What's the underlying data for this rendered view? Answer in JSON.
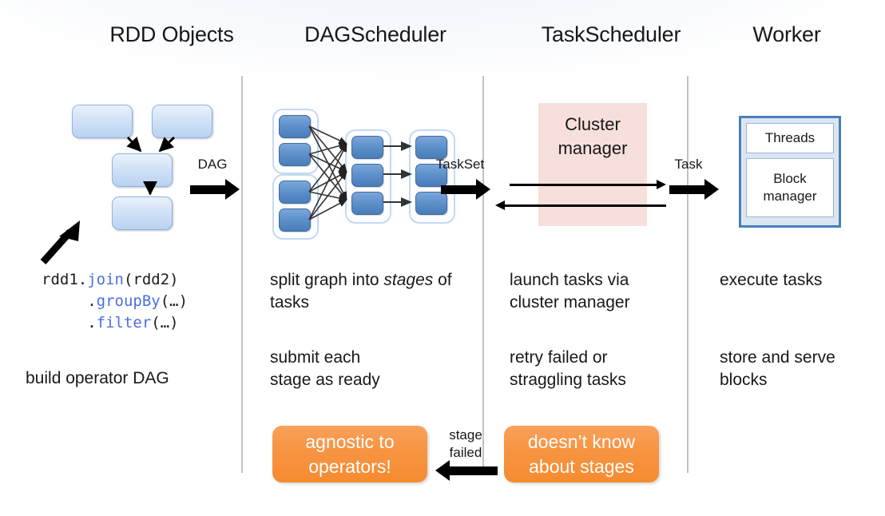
{
  "columns": [
    {
      "title": "RDD Objects"
    },
    {
      "title": "DAGScheduler"
    },
    {
      "title": "TaskScheduler"
    },
    {
      "title": "Worker"
    }
  ],
  "flow_labels": {
    "dag": "DAG",
    "taskset": "TaskSet",
    "task": "Task"
  },
  "rdd": {
    "code_line1_pre": "rdd1.",
    "code_line1_method": "join",
    "code_line1_post": "(rdd2)",
    "code_line2_method": "groupBy",
    "code_line2_post": "(…)",
    "code_line3_method": "filter",
    "code_line3_post": "(…)",
    "caption": "build operator DAG"
  },
  "dagscheduler": {
    "text1_part1": "split graph into ",
    "text1_italic": "stages",
    "text1_part2": " of tasks",
    "text2": "submit each\nstage as ready",
    "callout": "agnostic to\noperators!"
  },
  "taskscheduler": {
    "cluster_manager": "Cluster\nmanager",
    "text1": "launch tasks via\ncluster manager",
    "text2": "retry failed or\nstraggling tasks",
    "callout": "doesn’t know\nabout stages"
  },
  "worker": {
    "threads": "Threads",
    "block_manager": "Block\nmanager",
    "text1": "execute tasks",
    "text2": "store and serve\nblocks"
  },
  "feedback": {
    "label": "stage\nfailed"
  },
  "colors": {
    "rdd_box_fill": "#c5d9f1",
    "rdd_box_border": "#8eb4e3",
    "dag_node": "#4f81bd",
    "cluster_panel": "#f7dfdc",
    "worker_border": "#4a7ebb",
    "worker_fill": "#dce6f2",
    "callout_orange": "#f79646",
    "divider": "#c2c2c2",
    "code_method": "#4a6fe0"
  }
}
